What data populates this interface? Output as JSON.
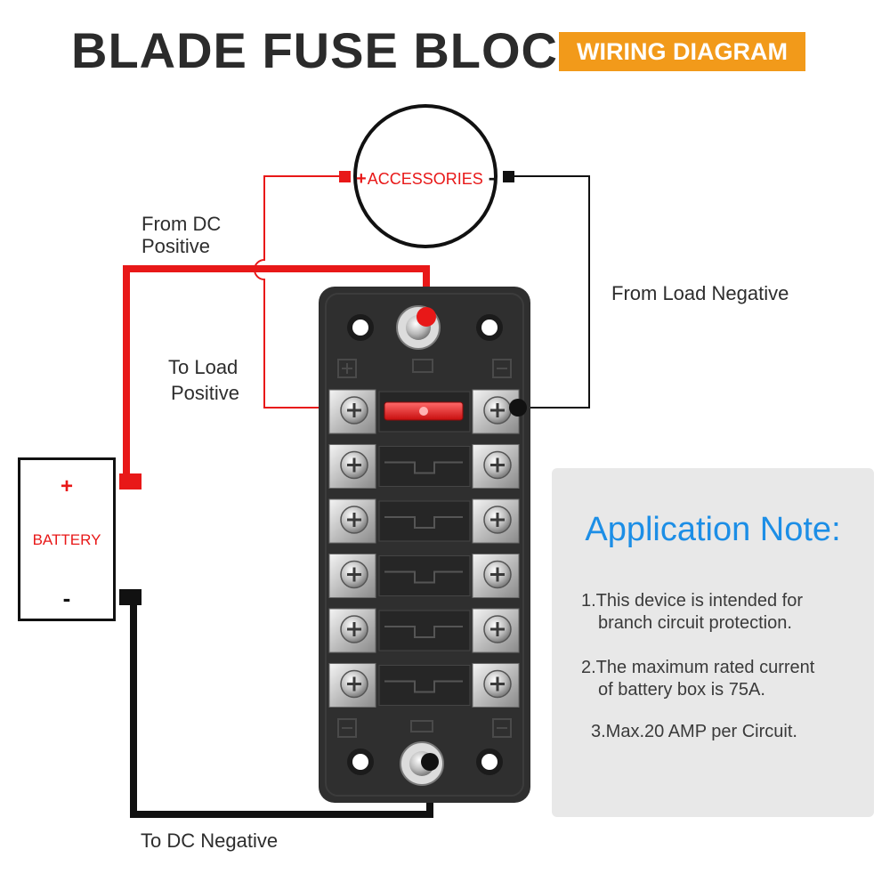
{
  "header": {
    "title": "BLADE FUSE BLOCK",
    "badge": "WIRING DIAGRAM"
  },
  "accessories": {
    "plus": "+",
    "label": "ACCESSORIES",
    "minus": "-"
  },
  "labels": {
    "from_dc_positive_1": "From DC",
    "from_dc_positive_2": "Positive",
    "to_load_positive_1": "To Load",
    "to_load_positive_2": "Positive",
    "from_load_negative": "From Load Negative",
    "to_dc_negative": "To DC Negative"
  },
  "battery": {
    "plus": "+",
    "label": "BATTERY",
    "minus": "-"
  },
  "note": {
    "title": "Application Note:",
    "items": [
      {
        "line1": "1.This device is intended for",
        "line2": "branch circuit protection."
      },
      {
        "line1": "2.The maximum rated current",
        "line2": "of battery box is 75A."
      },
      {
        "line1": "3.Max.20 AMP per Circuit.",
        "line2": ""
      }
    ]
  },
  "colors": {
    "positive_wire": "#e81818",
    "negative_wire": "#111111",
    "title_text": "#2b2b2b",
    "badge_bg": "#f29a1a",
    "note_title": "#1c8ee6",
    "fuse_block_body": "#2f2f2f",
    "note_panel_bg": "#e8e8e8"
  },
  "fuse_block": {
    "circuits": 6,
    "fuses_installed": 1
  }
}
